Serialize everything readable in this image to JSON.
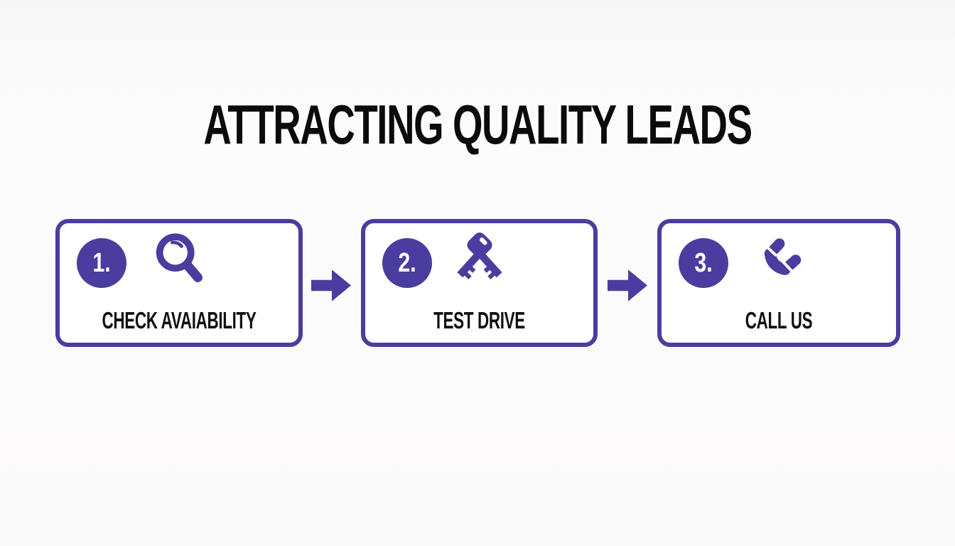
{
  "page": {
    "accent_color": "#4b3ca0",
    "background_color": "#fbfafa",
    "title_color": "#0b0b0b"
  },
  "title": "ATTRACTING QUALITY LEADS",
  "steps": [
    {
      "number": "1.",
      "icon": "search-magnifier-icon",
      "label": "CHECK AVAIABILITY"
    },
    {
      "number": "2.",
      "icon": "car-keys-icon",
      "label": "TEST DRIVE"
    },
    {
      "number": "3.",
      "icon": "phone-handset-icon",
      "label": "CALL US"
    }
  ],
  "connectors": [
    {
      "type": "right-arrow"
    },
    {
      "type": "right-arrow"
    }
  ]
}
